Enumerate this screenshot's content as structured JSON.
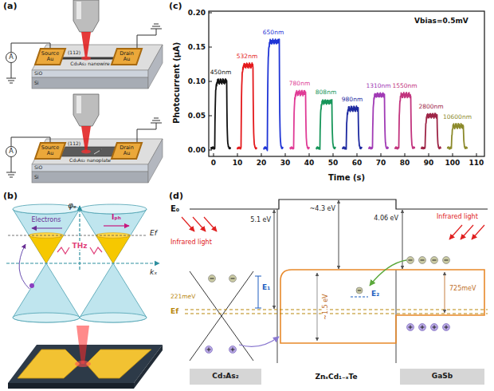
{
  "diagram": {
    "nodes": [
      {
        "text": [
          "A"
        ]
      },
      {
        "text": [
          "Source",
          "Au"
        ]
      },
      {
        "text": [
          "Drain",
          "Au"
        ]
      },
      {
        "text": [
          "A"
        ]
      },
      {
        "text": [
          "Source",
          "Au"
        ]
      },
      {
        "text": [
          "Drain",
          "Au"
        ]
      },
      {
        "text": [
          "Cd₃As₂"
        ]
      },
      {
        "text": [
          "GaSb"
        ]
      }
    ],
    "edges": [
      {
        "from": 0,
        "to": 1,
        "arrow": "none"
      },
      {
        "from": 3,
        "to": 4,
        "arrow": "none"
      }
    ],
    "labels": [
      "(a)",
      "(112)",
      "Cd₃As₂ nanowire",
      "SiO",
      "Si",
      "(112)",
      "Cd₃As₂ nanoplate",
      "SiO",
      "Si",
      "(b)",
      "φₑ",
      "Electrons",
      "Iₚₕ",
      "Ef",
      "THz",
      "kₓ",
      "(c)",
      "Vbias=0.5mV",
      "Photocurrent (μA)",
      "Time (s)",
      "0.00",
      "0.05",
      "0.10",
      "0.15",
      "0.20",
      "0",
      "10",
      "20",
      "30",
      "40",
      "50",
      "60",
      "70",
      "80",
      "90",
      "100",
      "110",
      "450nm",
      "532nm",
      "650nm",
      "780nm",
      "808nm",
      "980nm",
      "1310nm",
      "1550nm",
      "2800nm",
      "10600nm",
      "(d)",
      "E₀",
      "5.1 eV",
      "~4.3 eV",
      "4.06 eV",
      "Infrared light",
      "Infrared light",
      "E₁",
      "E₂",
      "221meV",
      "Ef",
      "~1.5 eV",
      "725meV",
      "ZnₓCd₁₋ₓTe"
    ]
  }
}
